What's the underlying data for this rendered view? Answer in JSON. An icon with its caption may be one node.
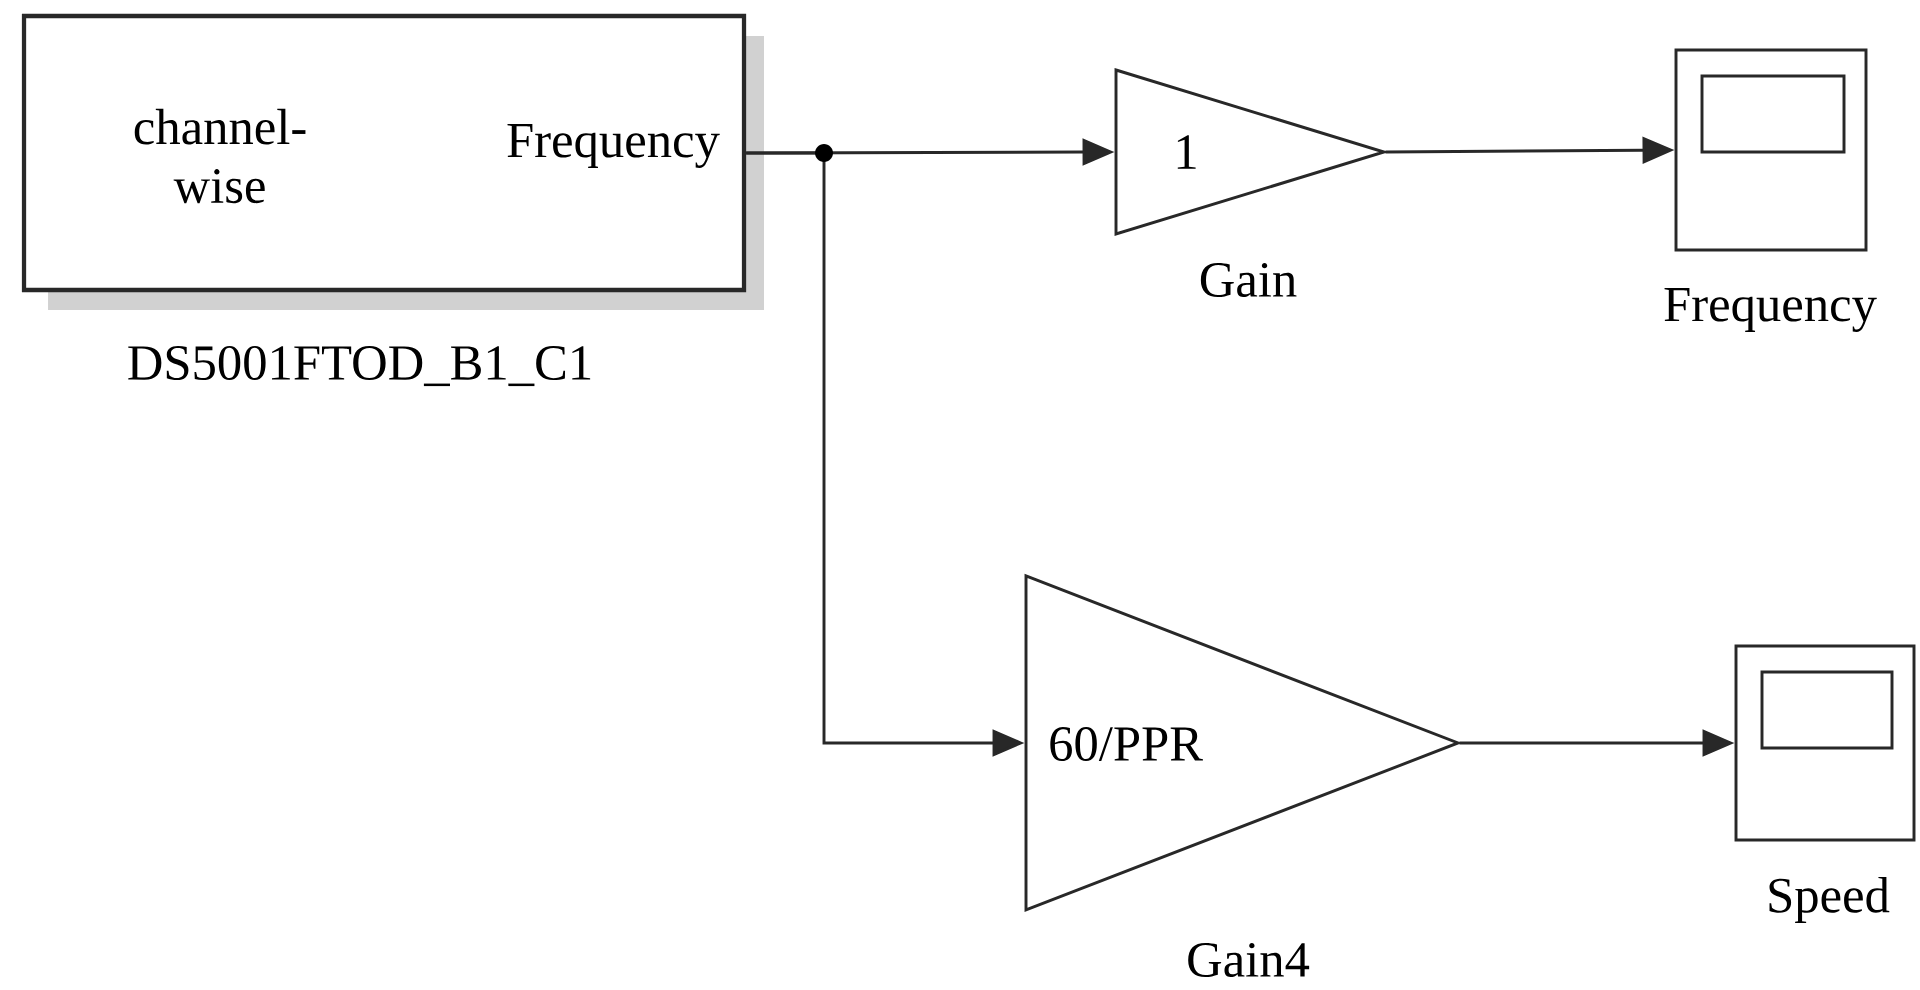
{
  "diagram": {
    "nodes": [
      {
        "text": [
          "channel- wise",
          "Frequency"
        ],
        "beside": [
          "DS5001FTOD_B1_C1"
        ]
      },
      {
        "text": [
          "1"
        ],
        "beside": [
          "Gain"
        ]
      },
      {
        "text": [],
        "shape": "box",
        "beside": [
          "Frequency"
        ]
      },
      {
        "text": [
          "60/PPR"
        ],
        "beside": [
          "Gain4"
        ]
      },
      {
        "text": [],
        "shape": "box",
        "beside": [
          "Speed"
        ]
      }
    ],
    "edges": [
      {
        "from": 0,
        "to": 1,
        "arrow": "to"
      },
      {
        "from": 0,
        "to": 3,
        "arrow": "to"
      },
      {
        "from": 1,
        "to": 2,
        "arrow": "to"
      },
      {
        "from": 3,
        "to": 4,
        "arrow": "to"
      }
    ]
  }
}
